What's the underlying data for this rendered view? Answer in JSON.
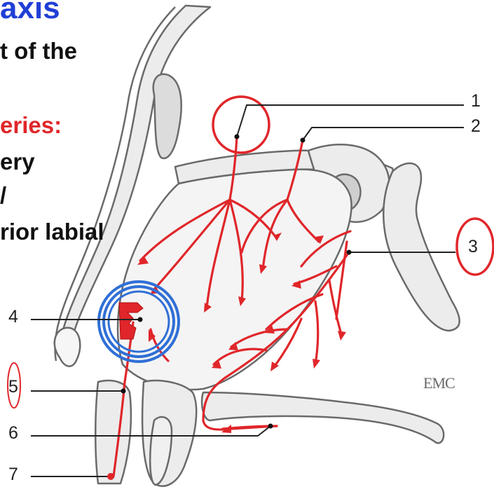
{
  "slide": {
    "heading_fragment": "axis",
    "lines": [
      {
        "text": "t of the",
        "color": "#111111"
      },
      {
        "text": "eries:",
        "color": "#e0262a"
      },
      {
        "text": "ery",
        "color": "#111111"
      },
      {
        "text": "/",
        "color": "#111111"
      },
      {
        "text": "rior labial",
        "color": "#111111"
      }
    ]
  },
  "diagram": {
    "callouts": [
      "1",
      "2",
      "3",
      "4",
      "5",
      "6",
      "7"
    ],
    "watermark": "EMC",
    "colors": {
      "artery": "#e0262a",
      "highlight_blue": "#2f6fd6",
      "highlight_red": "#e0262a",
      "bone_fill": "#e8e8e8",
      "bone_stroke": "#6a6a6a"
    }
  }
}
